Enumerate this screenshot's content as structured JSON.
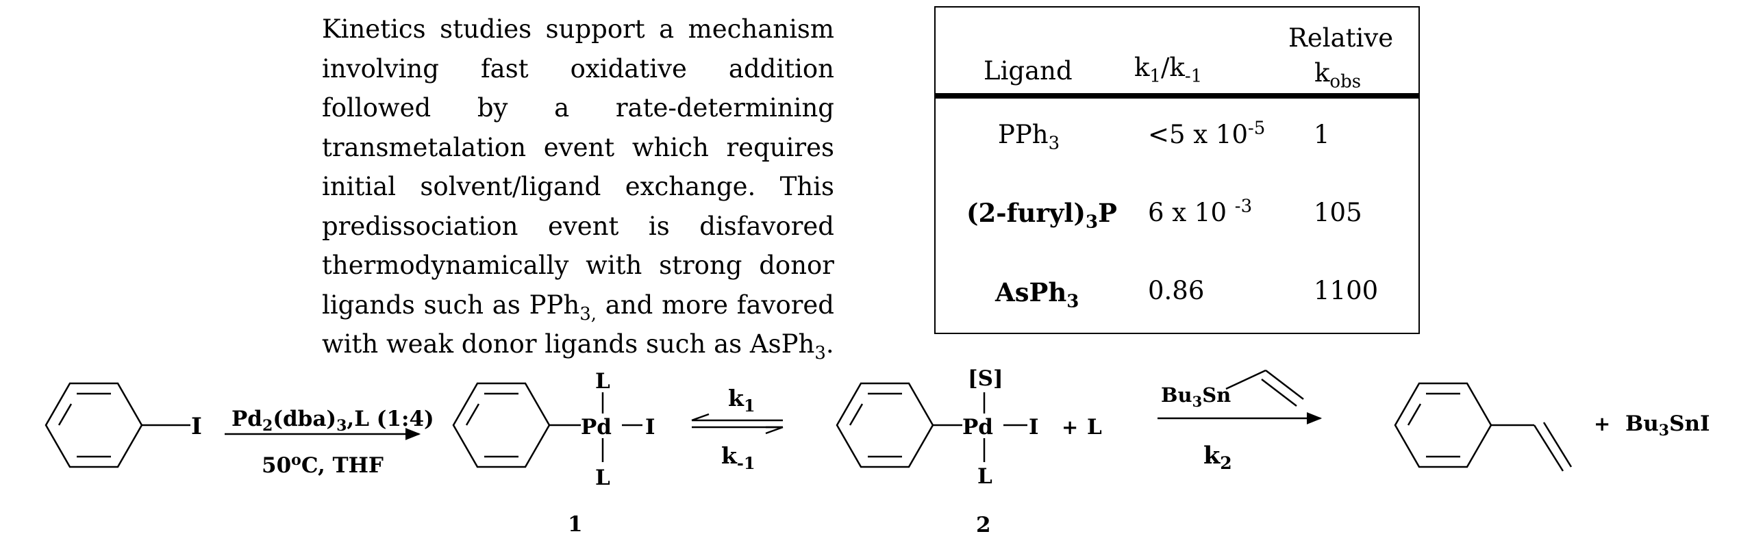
{
  "paragraph": {
    "seg1": "Kinetics studies support a mechanism involving fast oxidative addition followed by a rate-determining transmetalation event which requires initial solvent/ligand exchange. This predissociation event is disfavored thermodynamically with strong donor ligands such as PPh",
    "seg2": "3,",
    "seg3": " and more favored with weak donor ligands such as AsPh",
    "seg4": "3",
    "seg5": "."
  },
  "table": {
    "header": {
      "ligand": "Ligand",
      "ratio_main": "k",
      "ratio_sub1": "1",
      "ratio_slash": "/k",
      "ratio_sub2": "-1",
      "relative_line1": "Relative",
      "relative_line2_main": "k",
      "relative_line2_sub": "obs"
    },
    "rows": [
      {
        "ligand_main": "PPh",
        "ligand_sub": "3",
        "ratio_main": "<5 x 10",
        "ratio_sup": "-5",
        "kobs": "1"
      },
      {
        "ligand_main": "(2-furyl)",
        "ligand_sub": "3",
        "ligand_tail": "P",
        "ratio_main": "6 x 10 ",
        "ratio_sup": "-3",
        "kobs": "105"
      },
      {
        "ligand_main": "AsPh",
        "ligand_sub": "3",
        "ratio_main": "0.86",
        "ratio_sup": "",
        "kobs": "1100"
      }
    ]
  },
  "scheme": {
    "iodo_label": "I",
    "arrow1_top_a": "Pd",
    "arrow1_top_sub1": "2",
    "arrow1_top_b": "(dba)",
    "arrow1_top_sub2": "3",
    "arrow1_top_c": ",L  (1:4)",
    "arrow1_bottom_a": "50",
    "arrow1_bottom_sup": "o",
    "arrow1_bottom_b": "C, THF",
    "complex1": {
      "metal": "Pd",
      "top": "L",
      "bottom": "L",
      "right": "I",
      "number": "1"
    },
    "equilibrium": {
      "forward_main": "k",
      "forward_sub": "1",
      "reverse_main": "k",
      "reverse_sub": "-1"
    },
    "complex2": {
      "metal": "Pd",
      "top": "[S]",
      "bottom": "L",
      "right": "I",
      "plus": "+",
      "free_ligand": "L",
      "number": "2"
    },
    "arrow3_reagent_main": "Bu",
    "arrow3_reagent_sub": "3",
    "arrow3_reagent_tail": "Sn",
    "arrow3_rate_main": "k",
    "arrow3_rate_sub": "2",
    "product_plus": "+",
    "byproduct_main": "Bu",
    "byproduct_sub": "3",
    "byproduct_tail": "SnI"
  }
}
